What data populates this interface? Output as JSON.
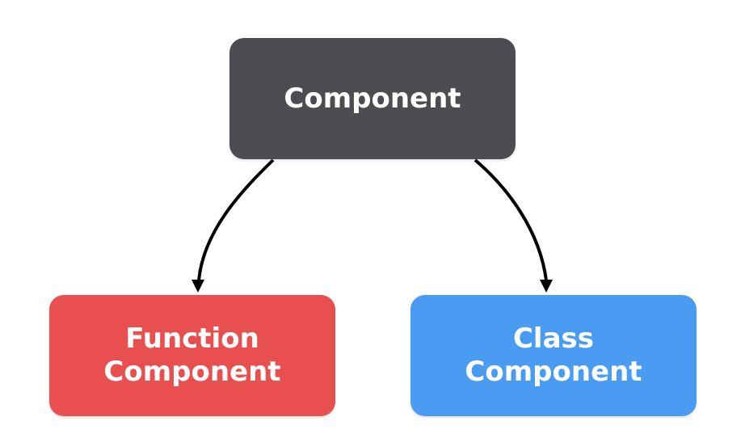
{
  "nodes": {
    "root": {
      "label": "Component",
      "color": "#4b4d52"
    },
    "function": {
      "line1": "Function",
      "line2": "Component",
      "color": "#e8504f"
    },
    "class": {
      "line1": "Class",
      "line2": "Component",
      "color": "#4a9cf3"
    }
  },
  "edges": [
    {
      "from": "root",
      "to": "function"
    },
    {
      "from": "root",
      "to": "class"
    }
  ],
  "edge_color": "#000000"
}
